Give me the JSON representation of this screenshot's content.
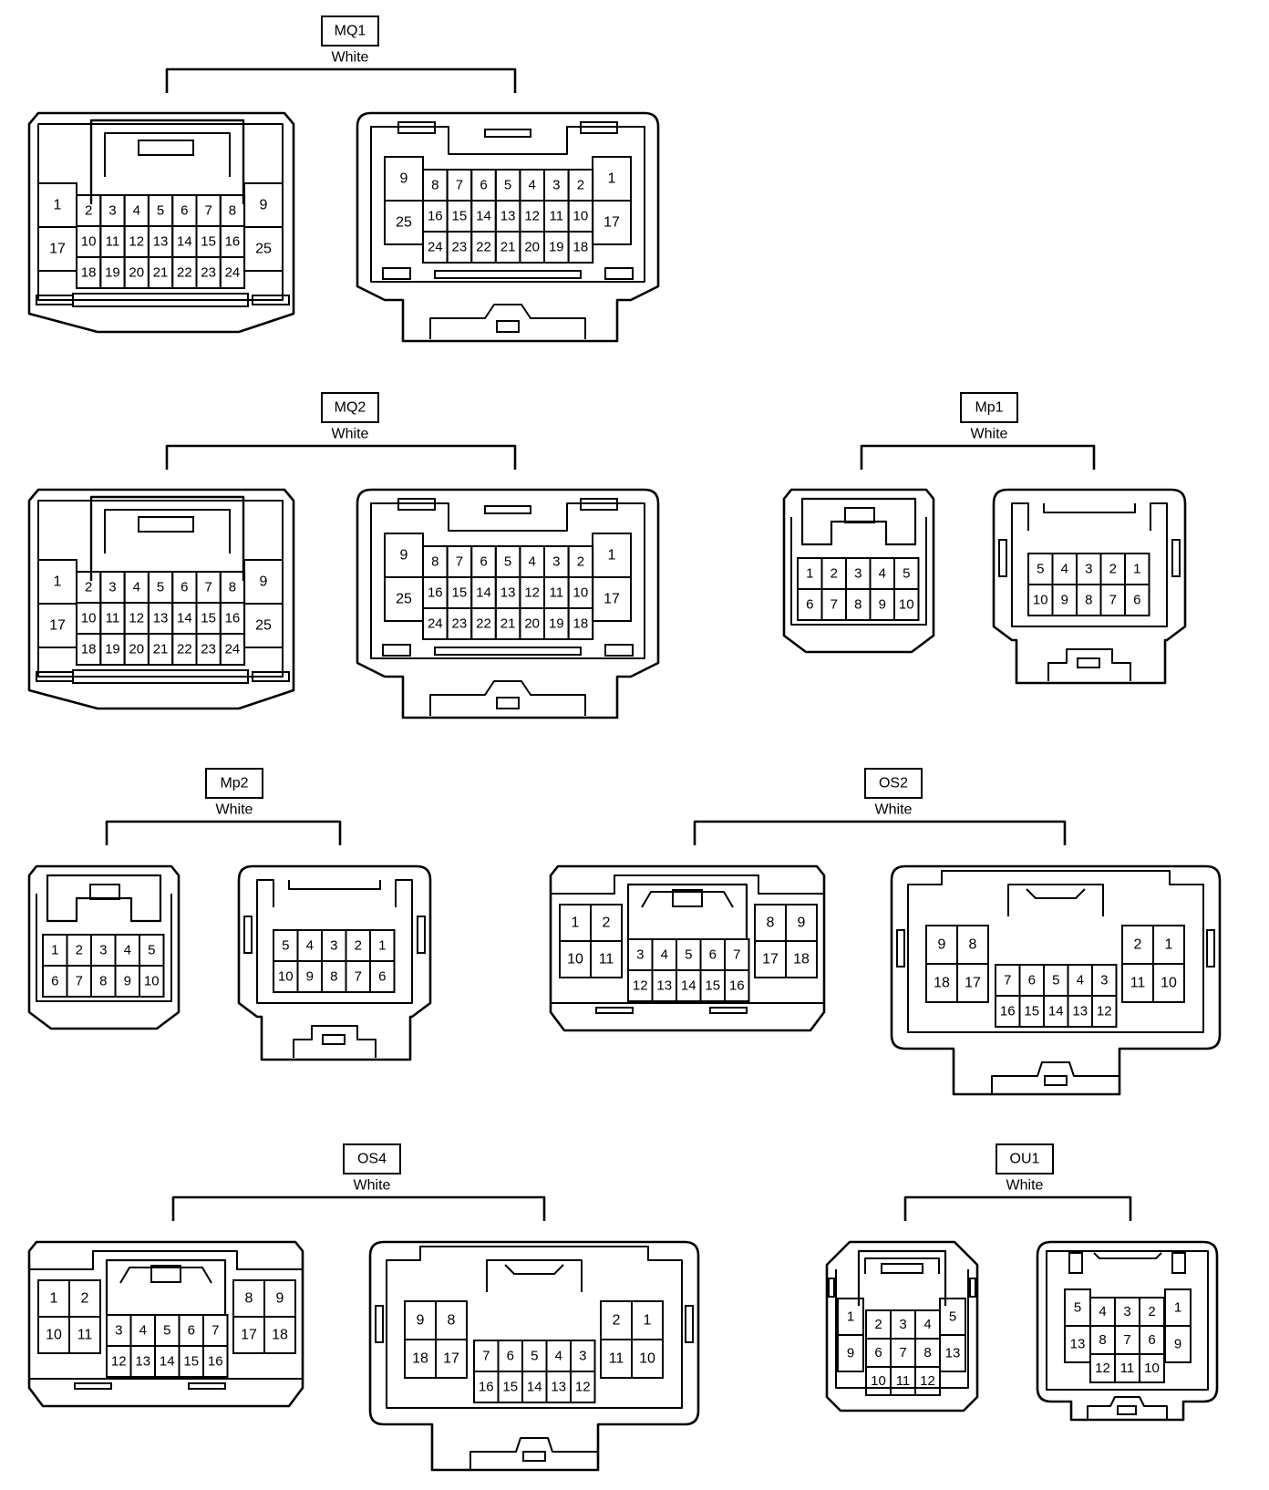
{
  "connectors": [
    {
      "id": "MQ1",
      "color": "White",
      "female": {
        "left": [
          [
            "1"
          ],
          [
            "17"
          ]
        ],
        "right": [
          [
            "9"
          ],
          [
            "25"
          ]
        ],
        "center": [
          [
            "2",
            "3",
            "4",
            "5",
            "6",
            "7",
            "8"
          ],
          [
            "10",
            "11",
            "12",
            "13",
            "14",
            "15",
            "16"
          ],
          [
            "18",
            "19",
            "20",
            "21",
            "22",
            "23",
            "24"
          ]
        ]
      },
      "male": {
        "left": [
          [
            "9"
          ],
          [
            "25"
          ]
        ],
        "right": [
          [
            "1"
          ],
          [
            "17"
          ]
        ],
        "center": [
          [
            "8",
            "7",
            "6",
            "5",
            "4",
            "3",
            "2"
          ],
          [
            "16",
            "15",
            "14",
            "13",
            "12",
            "11",
            "10"
          ],
          [
            "24",
            "23",
            "22",
            "21",
            "20",
            "19",
            "18"
          ]
        ]
      }
    },
    {
      "id": "MQ2",
      "color": "White",
      "female": {
        "left": [
          [
            "1"
          ],
          [
            "17"
          ]
        ],
        "right": [
          [
            "9"
          ],
          [
            "25"
          ]
        ],
        "center": [
          [
            "2",
            "3",
            "4",
            "5",
            "6",
            "7",
            "8"
          ],
          [
            "10",
            "11",
            "12",
            "13",
            "14",
            "15",
            "16"
          ],
          [
            "18",
            "19",
            "20",
            "21",
            "22",
            "23",
            "24"
          ]
        ]
      },
      "male": {
        "left": [
          [
            "9"
          ],
          [
            "25"
          ]
        ],
        "right": [
          [
            "1"
          ],
          [
            "17"
          ]
        ],
        "center": [
          [
            "8",
            "7",
            "6",
            "5",
            "4",
            "3",
            "2"
          ],
          [
            "16",
            "15",
            "14",
            "13",
            "12",
            "11",
            "10"
          ],
          [
            "24",
            "23",
            "22",
            "21",
            "20",
            "19",
            "18"
          ]
        ]
      }
    },
    {
      "id": "Mp1",
      "color": "White",
      "female": {
        "center": [
          [
            "1",
            "2",
            "3",
            "4",
            "5"
          ],
          [
            "6",
            "7",
            "8",
            "9",
            "10"
          ]
        ]
      },
      "male": {
        "center": [
          [
            "5",
            "4",
            "3",
            "2",
            "1"
          ],
          [
            "10",
            "9",
            "8",
            "7",
            "6"
          ]
        ]
      }
    },
    {
      "id": "Mp2",
      "color": "White",
      "female": {
        "center": [
          [
            "1",
            "2",
            "3",
            "4",
            "5"
          ],
          [
            "6",
            "7",
            "8",
            "9",
            "10"
          ]
        ]
      },
      "male": {
        "center": [
          [
            "5",
            "4",
            "3",
            "2",
            "1"
          ],
          [
            "10",
            "9",
            "8",
            "7",
            "6"
          ]
        ]
      }
    },
    {
      "id": "OS2",
      "color": "White",
      "female": {
        "left": [
          [
            "1",
            "2"
          ],
          [
            "10",
            "11"
          ]
        ],
        "right": [
          [
            "8",
            "9"
          ],
          [
            "17",
            "18"
          ]
        ],
        "center": [
          [
            "3",
            "4",
            "5",
            "6",
            "7"
          ],
          [
            "12",
            "13",
            "14",
            "15",
            "16"
          ]
        ]
      },
      "male": {
        "left": [
          [
            "9",
            "8"
          ],
          [
            "18",
            "17"
          ]
        ],
        "right": [
          [
            "2",
            "1"
          ],
          [
            "11",
            "10"
          ]
        ],
        "center": [
          [
            "7",
            "6",
            "5",
            "4",
            "3"
          ],
          [
            "16",
            "15",
            "14",
            "13",
            "12"
          ]
        ]
      }
    },
    {
      "id": "OS4",
      "color": "White",
      "female": {
        "left": [
          [
            "1",
            "2"
          ],
          [
            "10",
            "11"
          ]
        ],
        "right": [
          [
            "8",
            "9"
          ],
          [
            "17",
            "18"
          ]
        ],
        "center": [
          [
            "3",
            "4",
            "5",
            "6",
            "7"
          ],
          [
            "12",
            "13",
            "14",
            "15",
            "16"
          ]
        ]
      },
      "male": {
        "left": [
          [
            "9",
            "8"
          ],
          [
            "18",
            "17"
          ]
        ],
        "right": [
          [
            "2",
            "1"
          ],
          [
            "11",
            "10"
          ]
        ],
        "center": [
          [
            "7",
            "6",
            "5",
            "4",
            "3"
          ],
          [
            "16",
            "15",
            "14",
            "13",
            "12"
          ]
        ]
      }
    },
    {
      "id": "OU1",
      "color": "White",
      "female": {
        "left": [
          [
            "1"
          ],
          [
            "9"
          ]
        ],
        "right": [
          [
            "5"
          ],
          [
            "13"
          ]
        ],
        "center": [
          [
            "2",
            "3",
            "4"
          ],
          [
            "6",
            "7",
            "8"
          ],
          [
            "10",
            "11",
            "12"
          ]
        ]
      },
      "male": {
        "left": [
          [
            "5"
          ],
          [
            "13"
          ]
        ],
        "right": [
          [
            "1"
          ],
          [
            "9"
          ]
        ],
        "center": [
          [
            "4",
            "3",
            "2"
          ],
          [
            "8",
            "7",
            "6"
          ],
          [
            "12",
            "11",
            "10"
          ]
        ]
      }
    }
  ]
}
